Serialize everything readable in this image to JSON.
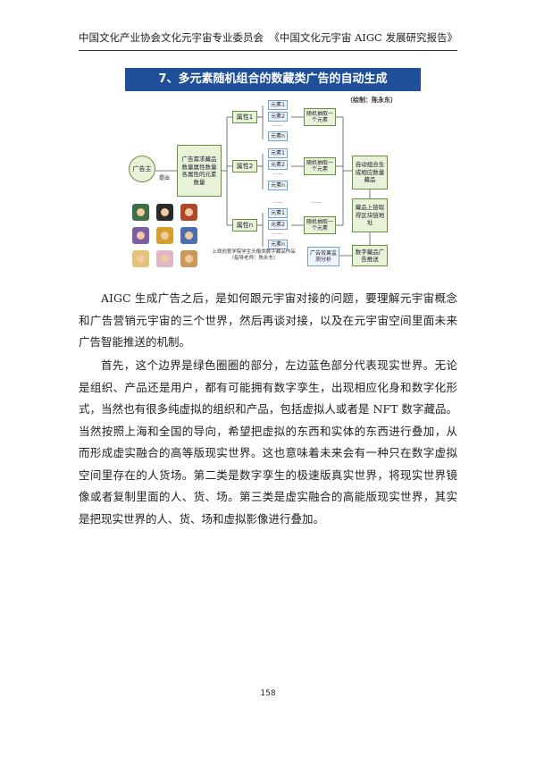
{
  "header": {
    "left": "中国文化产业协会文化元宇宙专业委员会",
    "right": "《中国文化元宇宙 AIGC 发展研究报告》"
  },
  "figure": {
    "title": "7、多元素随机组合的数藏类广告的自动生成",
    "author": "（绘制：陈永东）",
    "advertiser": "广告主",
    "submit": "提出",
    "demand": "广告需求藏品数量属性数量各属性的元素数量",
    "attributes": [
      "属性1",
      "属性2",
      "属性n"
    ],
    "groups": [
      [
        "元素1",
        "元素2",
        "……",
        "元素n"
      ],
      [
        "元素1",
        "元素2",
        "……",
        "元素n"
      ],
      [
        "元素1",
        "元素2",
        "……",
        "元素n"
      ]
    ],
    "random_pick": "随机抽取一个元素",
    "ellipsis": "……",
    "auto_gen": "自动组合生成相应数量藏品",
    "chain": "藏品上链取得区块链地址",
    "push": "数字藏品广告推送",
    "monitor": "广告效果监测分析",
    "caption": "上戏创意学院学生头像类数字藏品作品（指导老师：陈永东）"
  },
  "paragraphs": [
    "AIGC 生成广告之后，是如何跟元宇宙对接的问题，要理解元宇宙概念和广告营销元宇宙的三个世界，然后再谈对接，以及在元宇宙空间里面未来广告智能推送的机制。",
    "首先，这个边界是绿色圈圈的部分，左边蓝色部分代表现实世界。无论是组织、产品还是用户，都有可能拥有数字孪生，出现相应化身和数字化形式，当然也有很多纯虚拟的组织和产品，包括虚拟人或者是 NFT 数字藏品。当然按照上海和全国的导向，希望把虚拟的东西和实体的东西进行叠加，从而形成虚实融合的高等版现实世界。这也意味着未来会有一种只在数字虚拟空间里存在的人货场。第二类是数字孪生的极速版真实世界，将现实世界镜像或者复制里面的人、货、场。第三类是虚实融合的高能版现实世界，其实是把现实世界的人、货、场和虚拟影像进行叠加。"
  ],
  "page_number": "158"
}
